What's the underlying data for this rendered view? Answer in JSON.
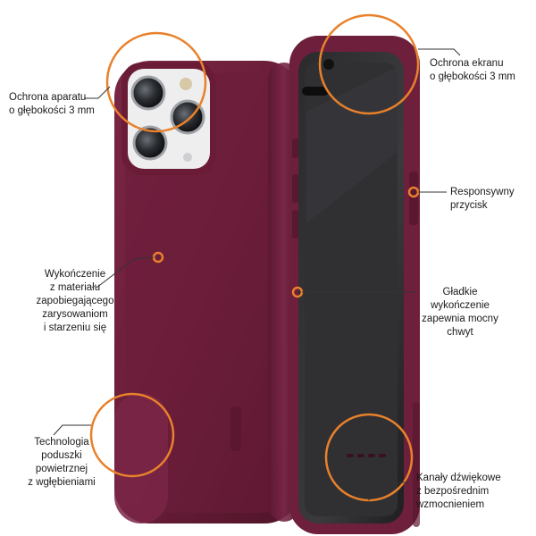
{
  "accent_color": "#e8812b",
  "case_color": "#6e1f3a",
  "callouts": {
    "camera": "Ochrona aparatu\no głębokości 3 mm",
    "screen": "Ochrona ekranu\no głębokości 3 mm",
    "button": "Responsywny\nprzycisk",
    "finish": "Wykończenie\nz materiału\nzapobiegającego\nzarysowaniom\ni starzeniu się",
    "grip": "Gładkie\nwykończenie\nzapewnia mocny\nchwyt",
    "airbag": "Technologia\npoduszki\npowietrznej\nz wgłębieniami",
    "sound": "Kanały dźwiękowe\nz bezpośrednim\nwzmocnieniem"
  }
}
